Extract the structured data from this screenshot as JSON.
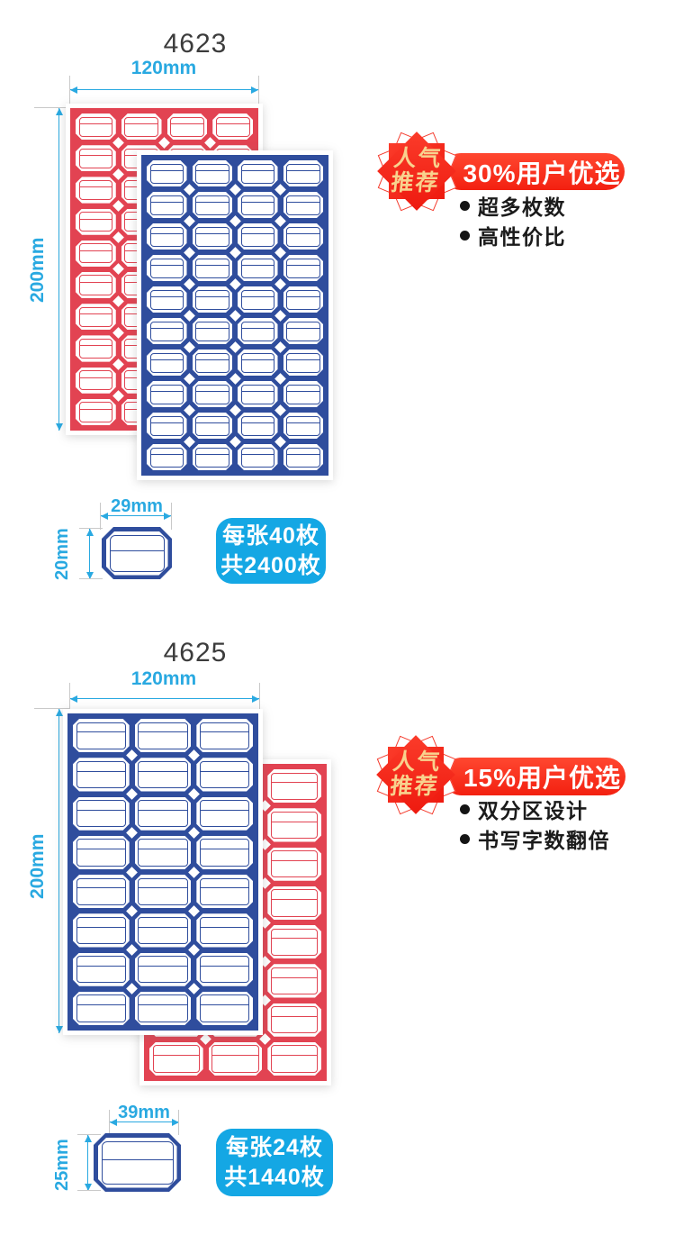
{
  "colors": {
    "dimension_blue": "#29A9E1",
    "label_red": "#E24352",
    "label_blue": "#2F4D9D",
    "banner_red": "#F8281B",
    "badge_blue": "#14A7E4",
    "star_gold": "#F8D28E"
  },
  "sections": [
    {
      "code": "4623",
      "sheet_width": "120mm",
      "sheet_height": "200mm",
      "label_width": "29mm",
      "label_height": "20mm",
      "grid": {
        "rows": 10,
        "cols": 4
      },
      "badge": {
        "line1": "每张40枚",
        "line2": "共2400枚"
      },
      "star": {
        "line1": "人气",
        "line2": "推荐"
      },
      "banner": "30%用户优选",
      "bullets": [
        "超多枚数",
        "高性价比"
      ]
    },
    {
      "code": "4625",
      "sheet_width": "120mm",
      "sheet_height": "200mm",
      "label_width": "39mm",
      "label_height": "25mm",
      "grid": {
        "rows": 8,
        "cols": 3
      },
      "badge": {
        "line1": "每张24枚",
        "line2": "共1440枚"
      },
      "star": {
        "line1": "人气",
        "line2": "推荐"
      },
      "banner": "15%用户优选",
      "bullets": [
        "双分区设计",
        "书写字数翻倍"
      ]
    }
  ]
}
